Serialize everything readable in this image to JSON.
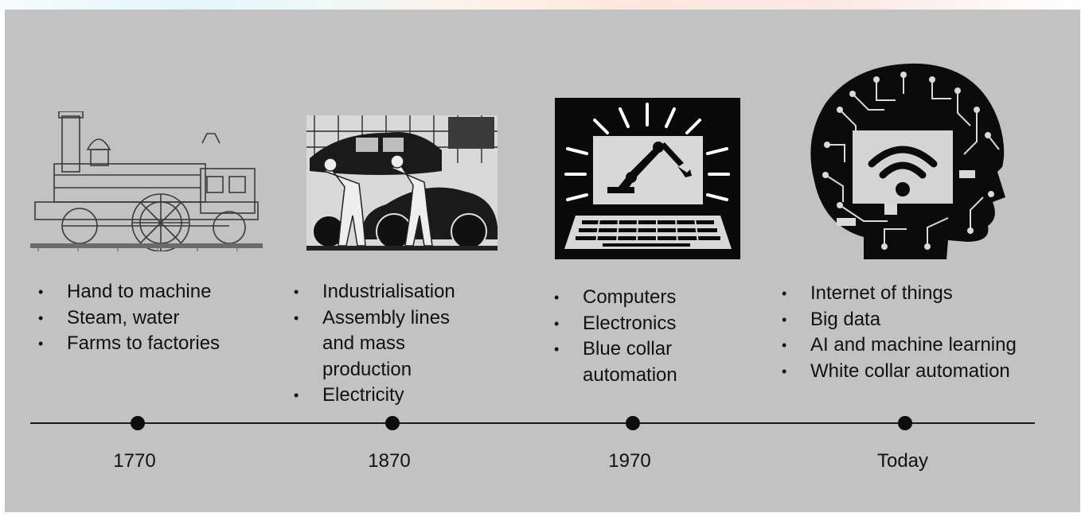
{
  "eras": [
    {
      "id": "1770",
      "image_icon": "steam-locomotive-illustration",
      "bullets": [
        "Hand to machine",
        "Steam, water",
        "Farms to factories"
      ],
      "year": "1770"
    },
    {
      "id": "1870",
      "image_icon": "assembly-line-car-illustration",
      "bullets": [
        "Industrialisation",
        "Assembly lines and mass production",
        "Electricity"
      ],
      "year": "1870"
    },
    {
      "id": "1970",
      "image_icon": "computer-robot-arm-icon",
      "bullets": [
        "Computers",
        "Electronics",
        "Blue collar automation"
      ],
      "year": "1970"
    },
    {
      "id": "today",
      "image_icon": "circuit-head-wifi-icon",
      "bullets": [
        "Internet of things",
        "Big data",
        "AI and machine learning",
        "White collar automation"
      ],
      "year": "Today"
    }
  ],
  "colors": {
    "panel_background": "#c2c2c2",
    "ink": "#111111"
  }
}
